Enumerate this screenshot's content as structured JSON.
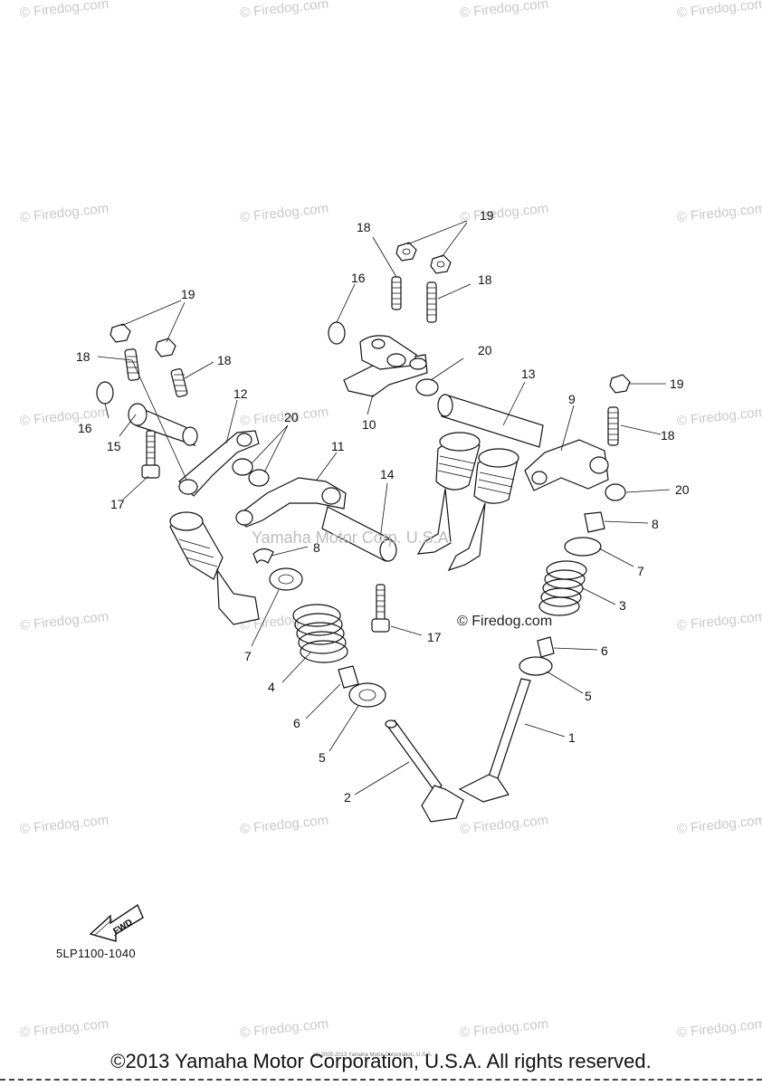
{
  "diagram": {
    "part_code": "5LP1100-1040",
    "copyright": "©2013 Yamaha Motor Corporation, U.S.A. All rights reserved.",
    "small_copyright": "(c) 2005-2013 Yamaha Motor Corporation, U.S.A.",
    "center_watermark": "Yamaha Motor Corp. U.S.A.",
    "firedog_watermark": "© Firedog.com",
    "background_watermark": "© Firedog.com",
    "fwd_label": "FWD",
    "callouts": {
      "c1": "1",
      "c2": "2",
      "c3": "3",
      "c4": "4",
      "c5a": "5",
      "c5b": "5",
      "c6a": "6",
      "c6b": "6",
      "c7a": "7",
      "c7b": "7",
      "c8a": "8",
      "c8b": "8",
      "c9": "9",
      "c10": "10",
      "c11": "11",
      "c12": "12",
      "c13": "13",
      "c14": "14",
      "c15": "15",
      "c16a": "16",
      "c16b": "16",
      "c17a": "17",
      "c17b": "17",
      "c18a": "18",
      "c18b": "18",
      "c18c": "18",
      "c18d": "18",
      "c18e": "18",
      "c19a": "19",
      "c19b": "19",
      "c19c": "19",
      "c20a": "20",
      "c20b": "20",
      "c20c": "20"
    }
  }
}
